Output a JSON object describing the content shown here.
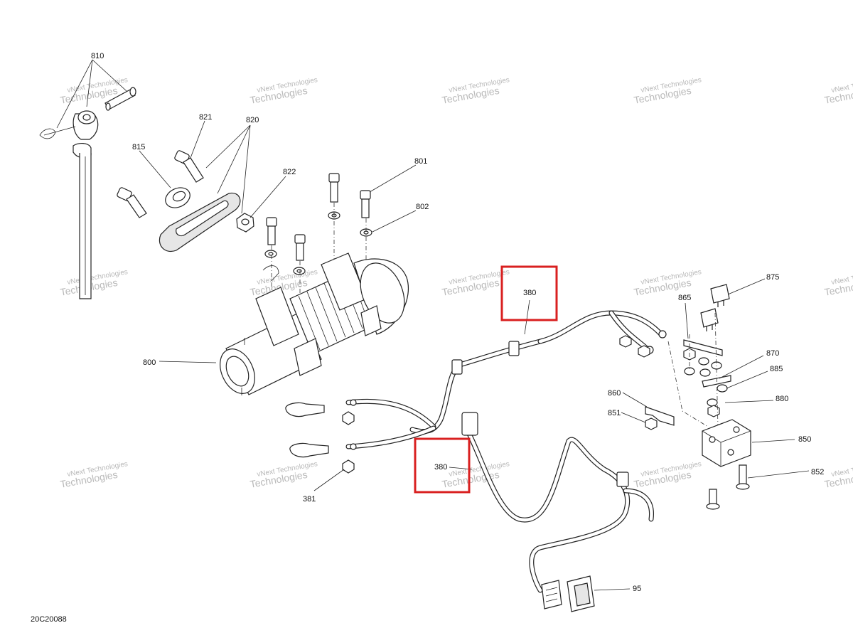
{
  "diagram_code": "20C20088",
  "watermark": {
    "line1": "vNext Technologies",
    "line2": "Technologies"
  },
  "callouts": {
    "c810": "810",
    "c821": "821",
    "c820": "820",
    "c815": "815",
    "c822": "822",
    "c801": "801",
    "c802": "802",
    "c800": "800",
    "c380a": "380",
    "c380b": "380",
    "c381": "381",
    "c875": "875",
    "c865": "865",
    "c870": "870",
    "c885": "885",
    "c860": "860",
    "c880": "880",
    "c851": "851",
    "c850": "850",
    "c852": "852",
    "c95": "95"
  },
  "colors": {
    "highlight": "#d92020",
    "watermark": "#b9b9b9",
    "line": "#222222"
  }
}
